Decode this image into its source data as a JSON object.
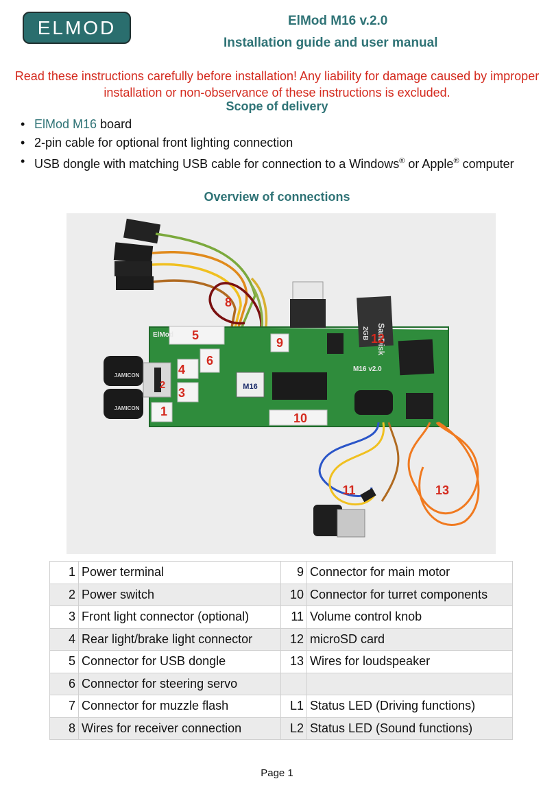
{
  "header": {
    "logo_text": "ELMOD",
    "title": "ElMod M16 v.2.0",
    "subtitle": "Installation guide and user manual"
  },
  "warning": "Read these instructions carefully before installation! Any liability for damage caused by improper installation or non-observance of these instructions is excluded.",
  "scope": {
    "heading": "Scope of delivery",
    "items": [
      {
        "highlight": "ElMod M16",
        "text": " board"
      },
      {
        "text": "2-pin cable for optional front lighting connection"
      },
      {
        "text_a": "USB dongle with matching USB cable for connection to a Windows",
        "sup_a": "®",
        "text_b": " or Apple",
        "sup_b": "®",
        "text_c": " computer"
      }
    ]
  },
  "overview": {
    "heading": "Overview of connections",
    "photo_labels": [
      "1",
      "2",
      "3",
      "4",
      "5",
      "6",
      "8",
      "9",
      "10",
      "11",
      "12",
      "13"
    ],
    "board_text": {
      "model": "M16",
      "version": "M16 v2.0",
      "brand": "ElMod",
      "capacitor": "JAMICON",
      "sd_brand": "SanDisk",
      "sd_size": "2GB"
    }
  },
  "connections": [
    {
      "n1": "1",
      "l1": "Power terminal",
      "n2": "9",
      "l2": "Connector for main motor"
    },
    {
      "n1": "2",
      "l1": "Power switch",
      "n2": "10",
      "l2": "Connector for turret components"
    },
    {
      "n1": "3",
      "l1": "Front light connector (optional)",
      "n2": "11",
      "l2": "Volume control knob"
    },
    {
      "n1": "4",
      "l1": "Rear light/brake light connector",
      "n2": "12",
      "l2": "microSD card"
    },
    {
      "n1": "5",
      "l1": "Connector for USB dongle",
      "n2": "13",
      "l2": "Wires for loudspeaker"
    },
    {
      "n1": "6",
      "l1": "Connector for steering servo",
      "n2": "",
      "l2": ""
    },
    {
      "n1": "7",
      "l1": "Connector for muzzle flash",
      "n2": "L1",
      "l2": "Status LED (Driving functions)"
    },
    {
      "n1": "8",
      "l1": "Wires for receiver connection",
      "n2": "L2",
      "l2": "Status LED (Sound functions)"
    }
  ],
  "footer": {
    "page": "Page 1"
  },
  "colors": {
    "brand_teal": "#2f7376",
    "warning_red": "#d42a1e",
    "pcb_green": "#2f8c3c"
  }
}
